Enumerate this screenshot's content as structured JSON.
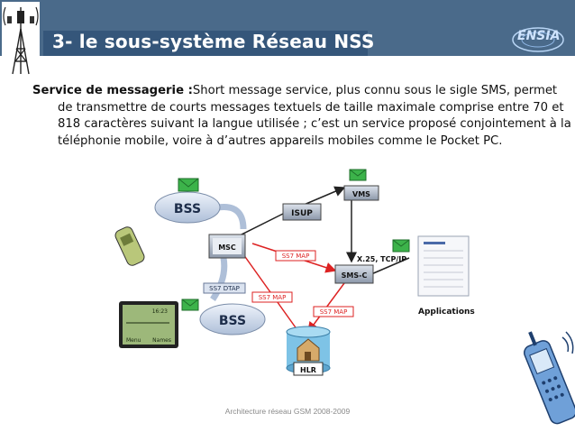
{
  "header": {
    "title": "3- le sous-système Réseau NSS",
    "logo_text": "ENSIA"
  },
  "body": {
    "term": "Service de messagerie :",
    "definition": "Short message service, plus connu sous le sigle SMS, permet de transmettre de courts messages textuels de taille maximale comprise entre 70 et 818 caractères suivant la langue utilisée ; c’est un service proposé conjointement à la téléphonie mobile, voire à d’autres appareils mobiles comme le Pocket PC."
  },
  "diagram": {
    "bss_top": "BSS",
    "bss_bottom": "BSS",
    "isup": "ISUP",
    "vms": "VMS",
    "msc": "MSC",
    "ss7_map_1": "SS7 MAP",
    "ss7_map_2": "SS7 MAP",
    "ss7_map_3": "SS7 MAP",
    "ss7_dtap": "SS7 DTAP",
    "x25": "X.25, TCP/IP",
    "smsc": "SMS-C",
    "hlr": "HLR",
    "applications": "Applications",
    "screen_time": "16:23",
    "screen_left": "Menu",
    "screen_right": "Names"
  },
  "footer": {
    "text": "Architecture réseau GSM 2008-2009"
  }
}
